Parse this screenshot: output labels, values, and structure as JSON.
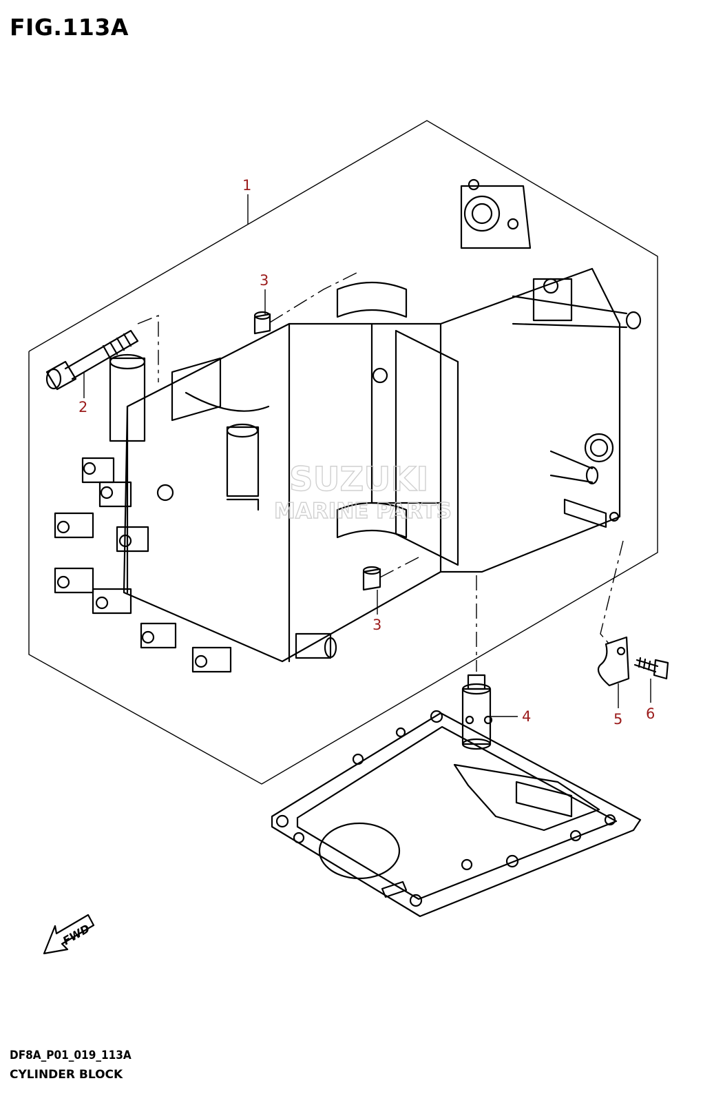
{
  "figure": {
    "title": "FIG.113A",
    "code": "DF8A_P01_019_113A",
    "caption": "CYLINDER BLOCK"
  },
  "callouts": [
    {
      "label": "1"
    },
    {
      "label": "2"
    },
    {
      "label": "3"
    },
    {
      "label": "3"
    },
    {
      "label": "4"
    },
    {
      "label": "5"
    },
    {
      "label": "6"
    }
  ],
  "fwd_arrow": {
    "label": "FWD"
  },
  "watermark": {
    "line1": "SUZUKI",
    "line2": "MARINE PARTS"
  },
  "colors": {
    "callout": "#9b1c1c",
    "line": "#000000"
  }
}
